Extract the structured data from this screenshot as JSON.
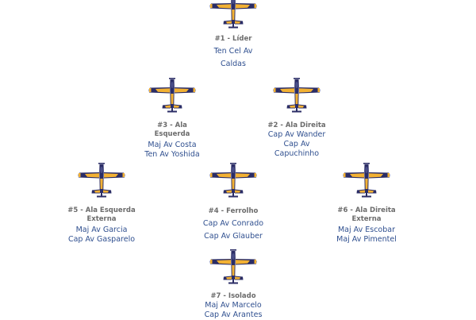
{
  "colors": {
    "plane_body": "#2b2d66",
    "plane_wing_accent": "#f2b133",
    "position_text": "#6b6b6b",
    "crew_text": "#2f4f8f"
  },
  "icons": {
    "aircraft": "aircraft-icon"
  },
  "formation": {
    "pos1": {
      "position_label": "#1 - Líder",
      "crew1": "Ten Cel Av",
      "crew2": "Caldas"
    },
    "pos3": {
      "position_line1": "#3 - Ala",
      "position_line2": "Esquerda",
      "crew1": "Maj Av Costa",
      "crew2": "Ten Av Yoshida"
    },
    "pos2": {
      "position_label": "#2 - Ala Direita",
      "crew1": "Cap Av Wander",
      "crew2": "Cap Av",
      "crew3": "Capuchinho"
    },
    "pos5": {
      "position_line1": "#5 - Ala Esquerda",
      "position_line2": "Externa",
      "crew1": "Maj Av Garcia",
      "crew2": "Cap Av Gasparelo"
    },
    "pos4": {
      "position_label": "#4 - Ferrolho",
      "crew1": "Cap Av Conrado",
      "crew2": "Cap Av Glauber"
    },
    "pos6": {
      "position_line1": "#6 - Ala Direita",
      "position_line2": "Externa",
      "crew1": "Maj Av Escobar",
      "crew2": "Maj Av Pimentel"
    },
    "pos7": {
      "position_label": "#7 - Isolado",
      "crew1": "Maj Av Marcelo",
      "crew2": "Cap Av Arantes"
    }
  }
}
